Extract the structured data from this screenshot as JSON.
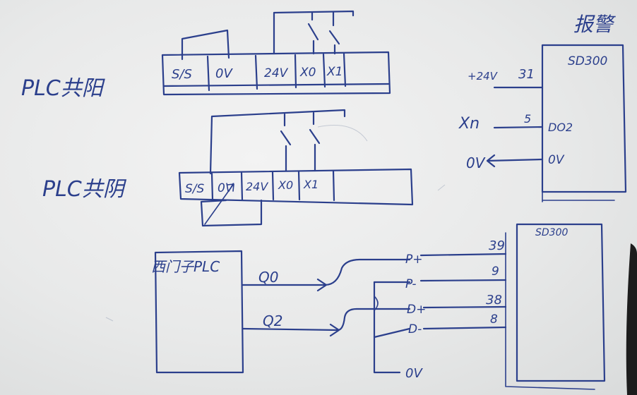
{
  "labels": {
    "alarm": "报警",
    "plc_common_anode": "PLC共阳",
    "plc_common_cathode": "PLC共阴",
    "plc_block_title": "西门子PLC",
    "sd300_top": "SD300",
    "sd300_bottom": "SD300"
  },
  "terminals_top": [
    "S/S",
    "0V",
    "24V",
    "X0",
    "X1"
  ],
  "terminals_mid": [
    "S/S",
    "0V",
    "24V",
    "X0",
    "X1"
  ],
  "alarm_wiring": {
    "plus24v": "+24V",
    "pin31": "31",
    "xn": "Xn",
    "pin5": "5",
    "do2": "DO2",
    "ov_left": "0V",
    "ov_right": "0V"
  },
  "pulse_wiring": {
    "q0": "Q0",
    "q2": "Q2",
    "p_plus": "P+",
    "p_minus": "P-",
    "d_plus": "D+",
    "d_minus": "D-",
    "ov": "0V",
    "pin39": "39",
    "pin9": "9",
    "pin38": "38",
    "pin8": "8"
  }
}
